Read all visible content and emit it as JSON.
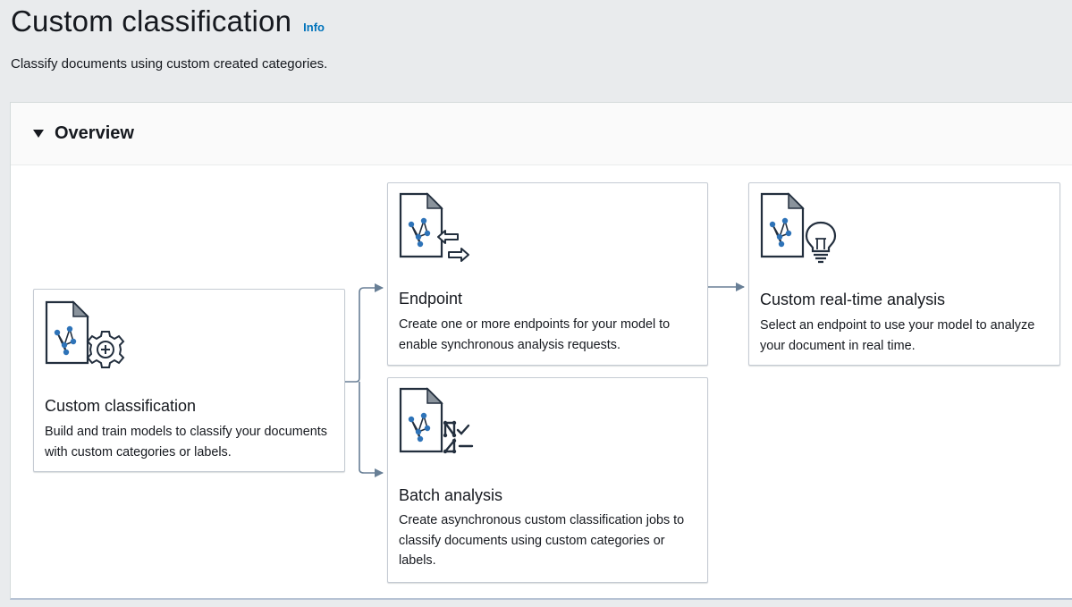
{
  "header": {
    "title": "Custom classification",
    "info_label": "Info",
    "description": "Classify documents using custom created categories."
  },
  "overview": {
    "title": "Overview",
    "cards": {
      "classification": {
        "title": "Custom classification",
        "description": "Build and train models to classify your documents with custom categories or labels.",
        "icon": "document-model-settings-icon"
      },
      "endpoint": {
        "title": "Endpoint",
        "description": "Create one or more endpoints for your model to enable synchronous analysis requests.",
        "icon": "document-model-exchange-icon"
      },
      "batch": {
        "title": "Batch analysis",
        "description": "Create asynchronous custom classification jobs to classify documents using custom categories or labels.",
        "icon": "document-model-batch-icon"
      },
      "realtime": {
        "title": "Custom real-time analysis",
        "description": "Select an endpoint to use your model to analyze your document in real time.",
        "icon": "document-model-lightbulb-icon"
      }
    }
  },
  "colors": {
    "accent_link": "#0073bb",
    "connector": "#687f96",
    "icon_stroke": "#232f3e",
    "icon_node": "#2e73b8"
  }
}
